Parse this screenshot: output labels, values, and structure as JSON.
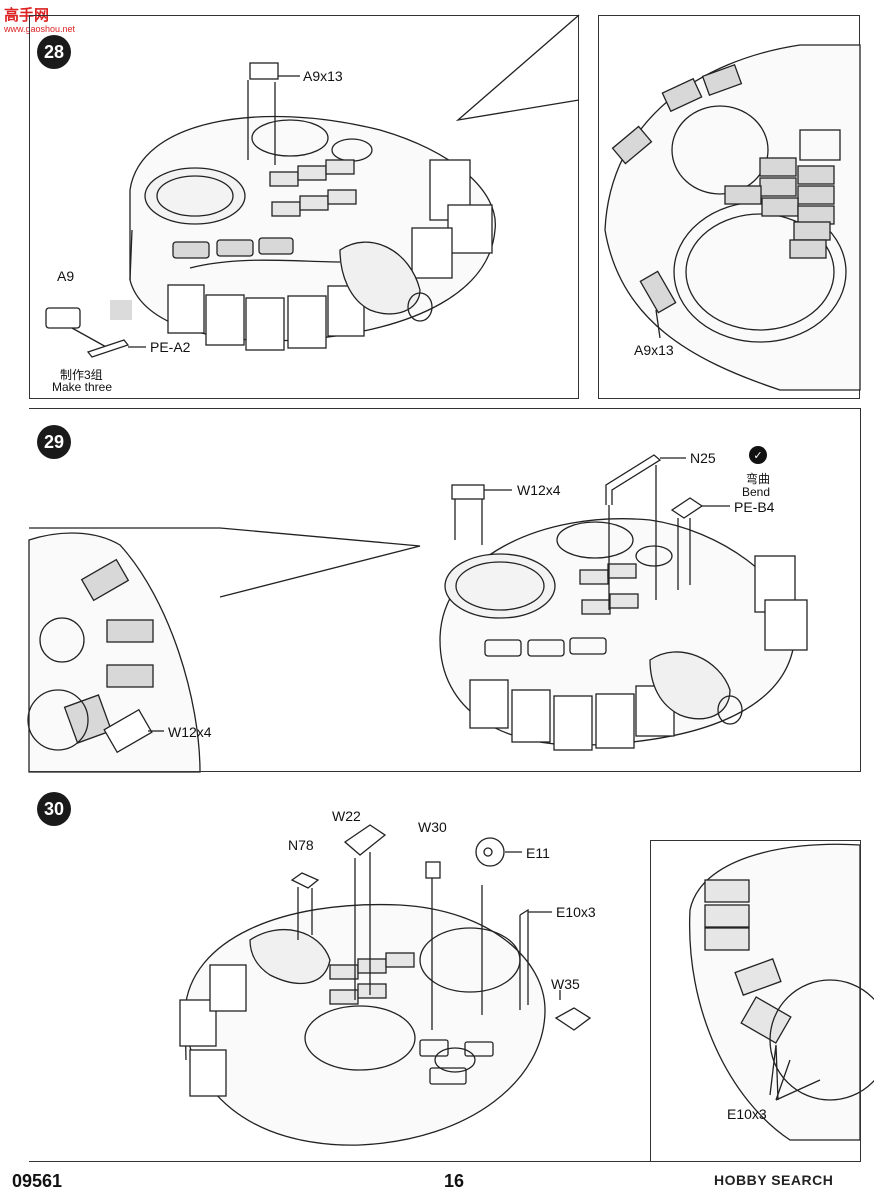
{
  "watermark": {
    "title": "高手网",
    "url": "www.gaoshou.net"
  },
  "steps": [
    {
      "number": "28",
      "labels": {
        "a9x13_top": "A9x13",
        "a9": "A9",
        "pe_a2": "PE-A2",
        "make_three_cn": "制作3组",
        "make_three_en": "Make three",
        "a9x13_side": "A9x13"
      }
    },
    {
      "number": "29",
      "labels": {
        "n25": "N25",
        "w12x4_top": "W12x4",
        "bend_cn": "弯曲",
        "bend_en": "Bend",
        "pe_b4": "PE-B4",
        "w12x4_side": "W12x4"
      }
    },
    {
      "number": "30",
      "labels": {
        "w22": "W22",
        "n78": "N78",
        "w30": "W30",
        "e11": "E11",
        "e10x3_top": "E10x3",
        "w35": "W35",
        "e10x3_side": "E10x3"
      }
    }
  ],
  "footer": {
    "code": "09561",
    "page": "16",
    "brand": "HOBBY SEARCH"
  }
}
